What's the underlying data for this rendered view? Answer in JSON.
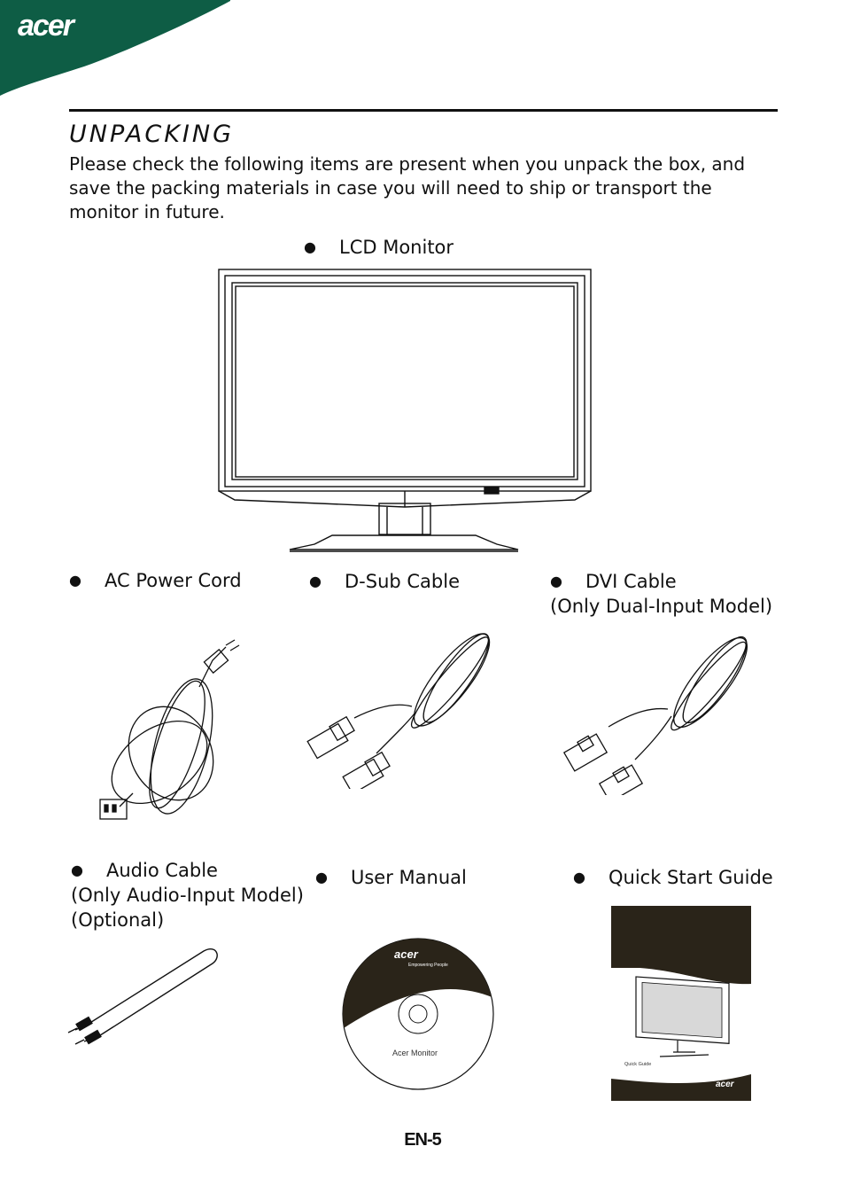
{
  "header": {
    "logo_text": "acer",
    "brand_color": "#0e5d45"
  },
  "section": {
    "title": "UNPACKING",
    "intro": "Please check the following items are present when you unpack the box, and save the packing materials in case you will need to ship or transport the monitor in future."
  },
  "items": {
    "monitor": {
      "label": "LCD Monitor"
    },
    "power_cord": {
      "label": "AC Power Cord"
    },
    "dsub_cable": {
      "label": "D-Sub Cable"
    },
    "dvi_cable": {
      "label": "DVI Cable",
      "note": "(Only Dual-Input Model)"
    },
    "audio_cable": {
      "label": "Audio Cable",
      "note": "(Only Audio-Input Model)",
      "note2": "(Optional)"
    },
    "user_manual": {
      "label": "User Manual",
      "disc_brand": "acer",
      "disc_tagline": "Empowering People",
      "disc_text": "Acer Monitor"
    },
    "quick_start": {
      "label": "Quick Start Guide",
      "cover_text": "Quick Guide",
      "cover_brand": "acer"
    }
  },
  "footer": {
    "page_number": "EN-5"
  }
}
